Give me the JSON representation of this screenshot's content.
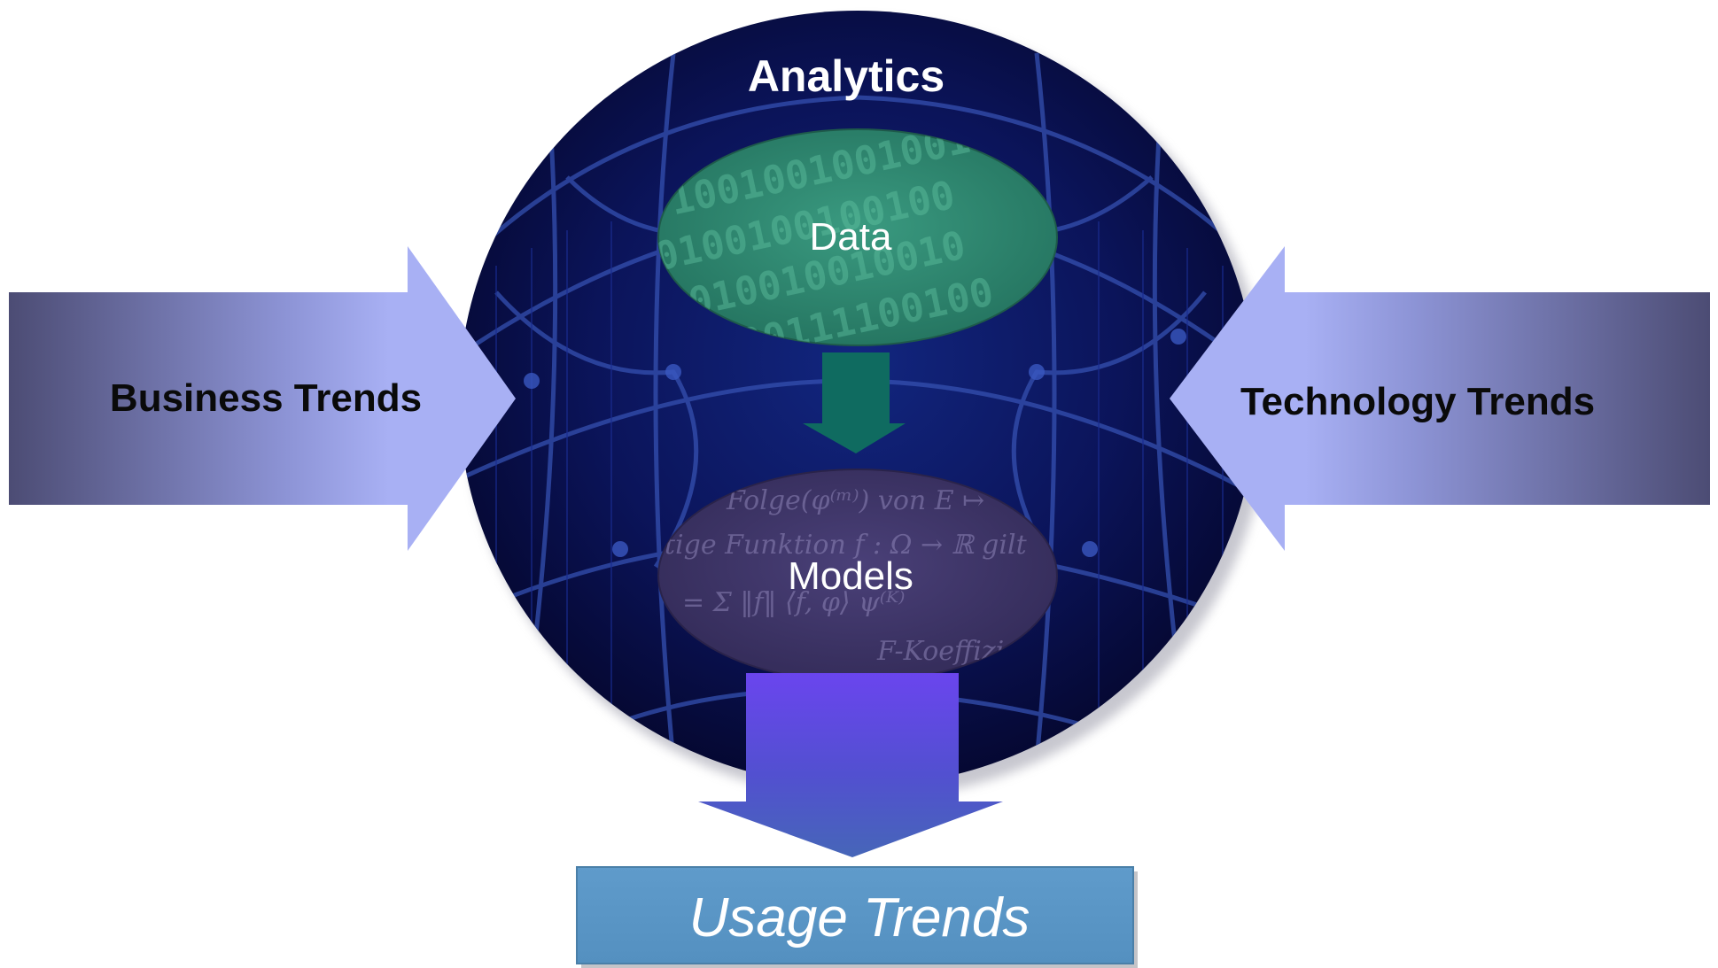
{
  "diagram": {
    "title": "Analytics",
    "data_label": "Data",
    "models_label": "Models",
    "left_arrow_label": "Business Trends",
    "right_arrow_label": "Technology Trends",
    "output_label": "Usage Trends"
  },
  "colors": {
    "globe_dark": "#060a3a",
    "globe_mid": "#0d1f7a",
    "network_line": "#3a55b8",
    "data_ellipse": "#2e8a72",
    "models_ellipse": "#3d3466",
    "small_arrow": "#0f6b60",
    "big_arrow_top": "#6048e8",
    "big_arrow_bottom": "#4760bd",
    "side_arrow_dark": "#4a4a72",
    "side_arrow_light": "#a8b0f4",
    "output_box": "#5b97c6"
  }
}
